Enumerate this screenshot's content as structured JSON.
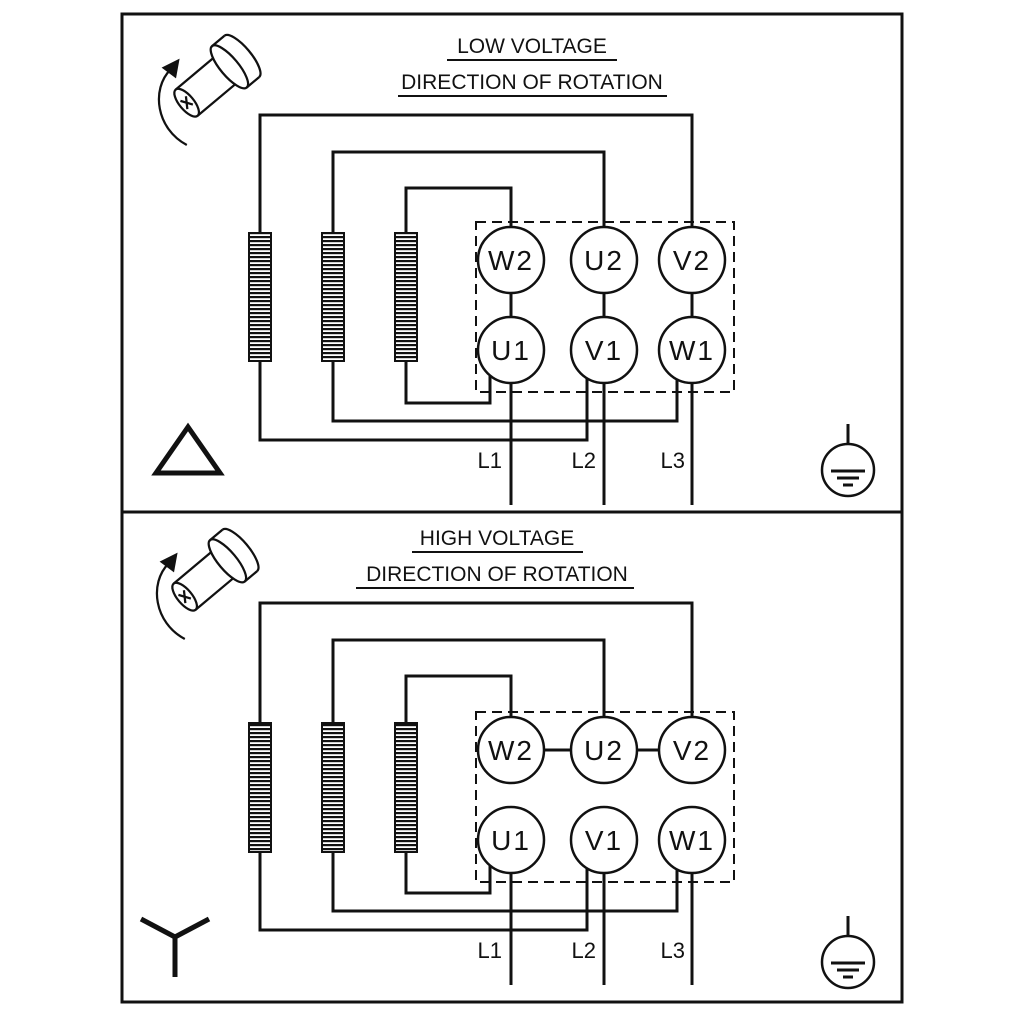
{
  "diagram": {
    "low_voltage": {
      "title": "LOW VOLTAGE",
      "subtitle": "DIRECTION OF ROTATION",
      "connection": "delta",
      "terminals_top": [
        "W2",
        "U2",
        "V2"
      ],
      "terminals_bottom": [
        "U1",
        "V1",
        "W1"
      ],
      "supply_lines": [
        "L1",
        "L2",
        "L3"
      ]
    },
    "high_voltage": {
      "title": "HIGH VOLTAGE",
      "subtitle": "DIRECTION OF ROTATION",
      "connection": "star",
      "terminals_top": [
        "W2",
        "U2",
        "V2"
      ],
      "terminals_bottom": [
        "U1",
        "V1",
        "W1"
      ],
      "supply_lines": [
        "L1",
        "L2",
        "L3"
      ]
    },
    "colors": {
      "ink": "#111111",
      "background": "#ffffff"
    }
  }
}
